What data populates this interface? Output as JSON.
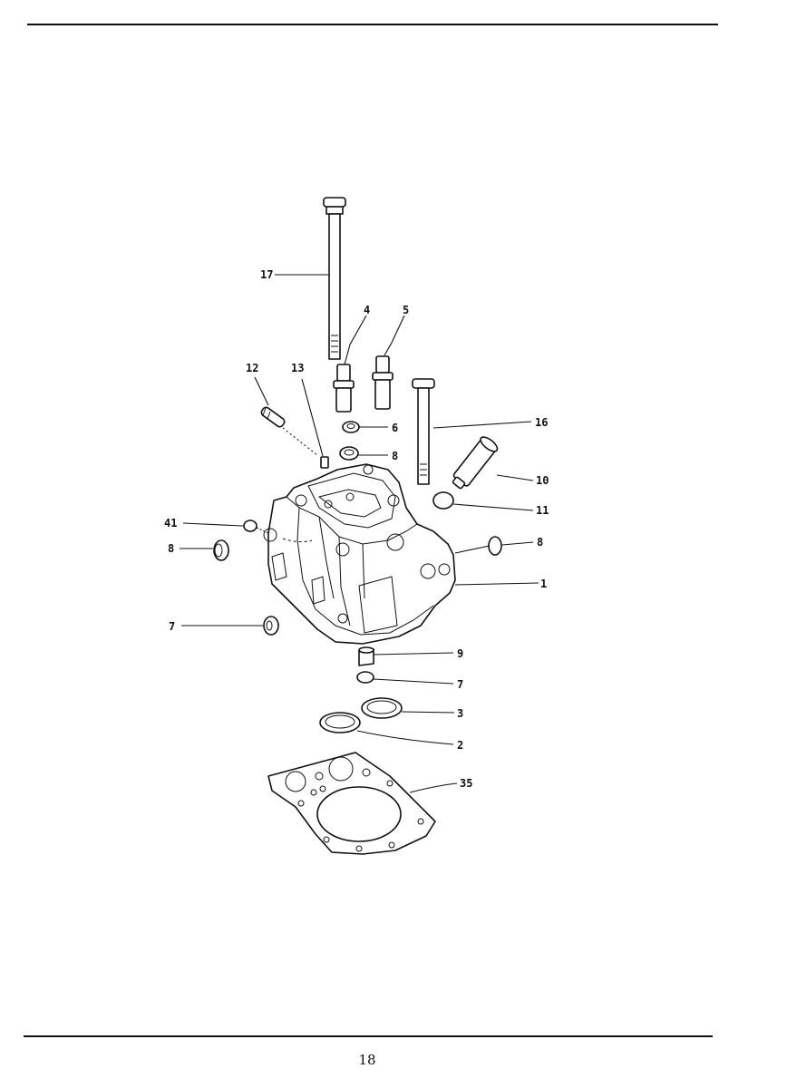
{
  "diagram": {
    "labels": {
      "p1": "1",
      "p2": "2",
      "p3": "3",
      "p4": "4",
      "p5": "5",
      "p6": "6",
      "p7_left": "7",
      "p7_bottom": "7",
      "p8_left": "8",
      "p8_right": "8",
      "p8_top": "8",
      "p9": "9",
      "p10": "10",
      "p11": "11",
      "p12": "12",
      "p13": "13",
      "p16": "16",
      "p17": "17",
      "p35": "35",
      "p41": "41"
    }
  },
  "page": {
    "number": "18"
  }
}
